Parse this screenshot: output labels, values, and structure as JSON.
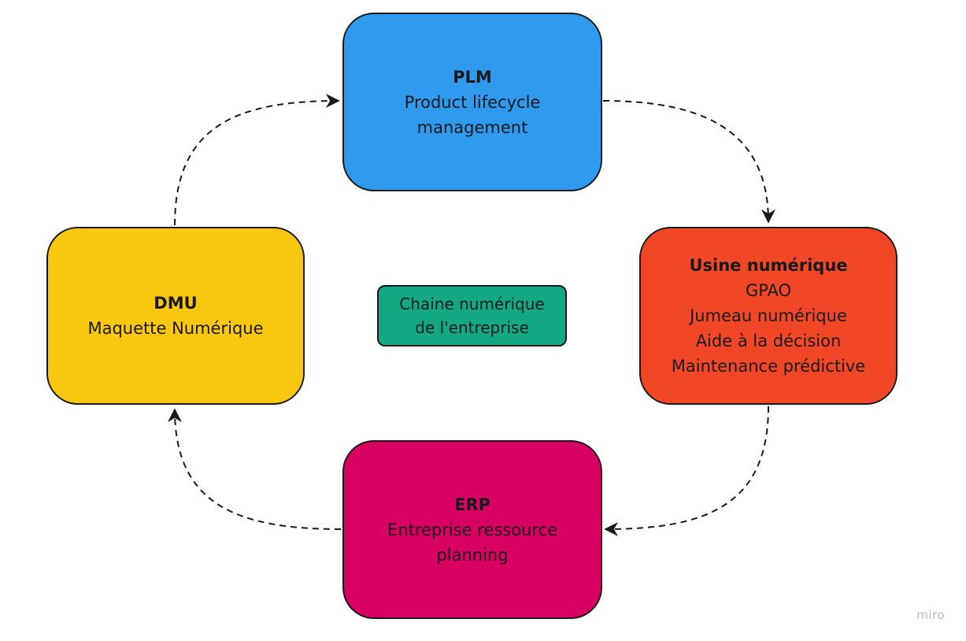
{
  "nodes": {
    "plm": {
      "title": "PLM",
      "lines": [
        "Product lifecycle",
        "management"
      ],
      "color": "#2e9af0"
    },
    "usine": {
      "title": "Usine numérique",
      "lines": [
        "GPAO",
        "Jumeau numérique",
        "Aide à la décision",
        "Maintenance prédictive"
      ],
      "color": "#f24726"
    },
    "erp": {
      "title": "ERP",
      "lines": [
        "Entreprise ressource",
        "planning"
      ],
      "color": "#da0063"
    },
    "dmu": {
      "title": "DMU",
      "lines": [
        "Maquette Numérique"
      ],
      "color": "#fac710"
    }
  },
  "center": {
    "lines": [
      "Chaine numérique",
      "de l'entreprise"
    ],
    "color": "#12a884"
  },
  "watermark": "miro"
}
